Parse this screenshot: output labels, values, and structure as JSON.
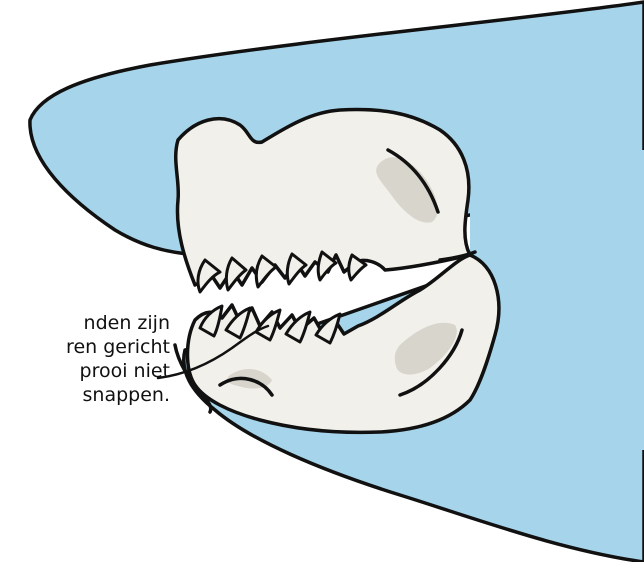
{
  "figure": {
    "caption_lines": [
      "nden zijn",
      "ren gericht",
      "prooi niet",
      "snappen."
    ]
  },
  "colors": {
    "head_fill": "#a6d5eb",
    "jaw_fill": "#f2f0ea",
    "shade_fill": "#d8d5cc",
    "outline": "#111111"
  },
  "icons": {
    "head": "shark-head-silhouette",
    "jaw": "shark-jaw-skeleton",
    "pointer": "leader-line"
  }
}
